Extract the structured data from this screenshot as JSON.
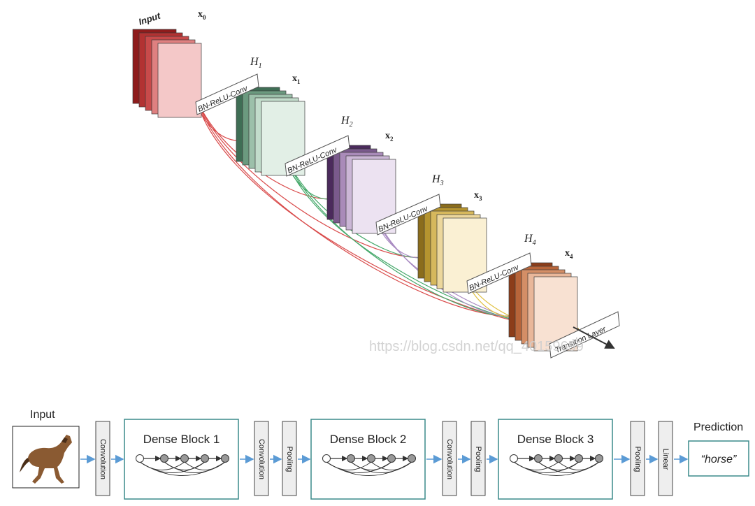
{
  "top_figure": {
    "input_label": "Input",
    "states": [
      {
        "id": "x0",
        "label": "x",
        "sub": "0",
        "colors": [
          "#8e1c1c",
          "#b23232",
          "#c84a4a",
          "#df8080",
          "#f4c8c8"
        ]
      },
      {
        "id": "x1",
        "label": "x",
        "sub": "1",
        "colors": [
          "#3f6e55",
          "#6b9a7f",
          "#9cc0aa",
          "#c2dccb",
          "#e2efe6"
        ]
      },
      {
        "id": "x2",
        "label": "x",
        "sub": "2",
        "colors": [
          "#4b2a5c",
          "#7a5a8c",
          "#a98bb9",
          "#cbb7d6",
          "#ece2f1"
        ]
      },
      {
        "id": "x3",
        "label": "x",
        "sub": "3",
        "colors": [
          "#8a6c1c",
          "#b5942f",
          "#d6b85c",
          "#ecd79c",
          "#faf0d3"
        ]
      },
      {
        "id": "x4",
        "label": "x",
        "sub": "4",
        "colors": [
          "#8c3d1a",
          "#b8653a",
          "#d48e66",
          "#e9b79a",
          "#f8e1d2"
        ]
      }
    ],
    "h_labels": [
      {
        "id": "H1",
        "label": "H",
        "sub": "1"
      },
      {
        "id": "H2",
        "label": "H",
        "sub": "2"
      },
      {
        "id": "H3",
        "label": "H",
        "sub": "3"
      },
      {
        "id": "H4",
        "label": "H",
        "sub": "4"
      }
    ],
    "conv_label": "BN-ReLU-Conv",
    "transition_label": "Transition Layer",
    "connection_colors": [
      "#d94b4b",
      "#45a86a",
      "#a98bc2",
      "#e0c040"
    ],
    "watermark": "https://blog.csdn.net/qq_40159659"
  },
  "bottom_figure": {
    "input_label": "Input",
    "prediction_label": "Prediction",
    "prediction_value": "“horse”",
    "stages": [
      {
        "type": "layer",
        "label": "Convolution"
      },
      {
        "type": "block",
        "label": "Dense Block 1"
      },
      {
        "type": "layer",
        "label": "Convolution"
      },
      {
        "type": "layer",
        "label": "Pooling"
      },
      {
        "type": "block",
        "label": "Dense Block 2"
      },
      {
        "type": "layer",
        "label": "Convolution"
      },
      {
        "type": "layer",
        "label": "Pooling"
      },
      {
        "type": "block",
        "label": "Dense Block 3"
      },
      {
        "type": "layer",
        "label": "Pooling"
      },
      {
        "type": "layer",
        "label": "Linear"
      }
    ],
    "colors": {
      "block_border": "#3a8a8a",
      "arrow": "#5b9bd5",
      "layer_fill": "#eeeeee",
      "node_fill": "#999999"
    }
  }
}
